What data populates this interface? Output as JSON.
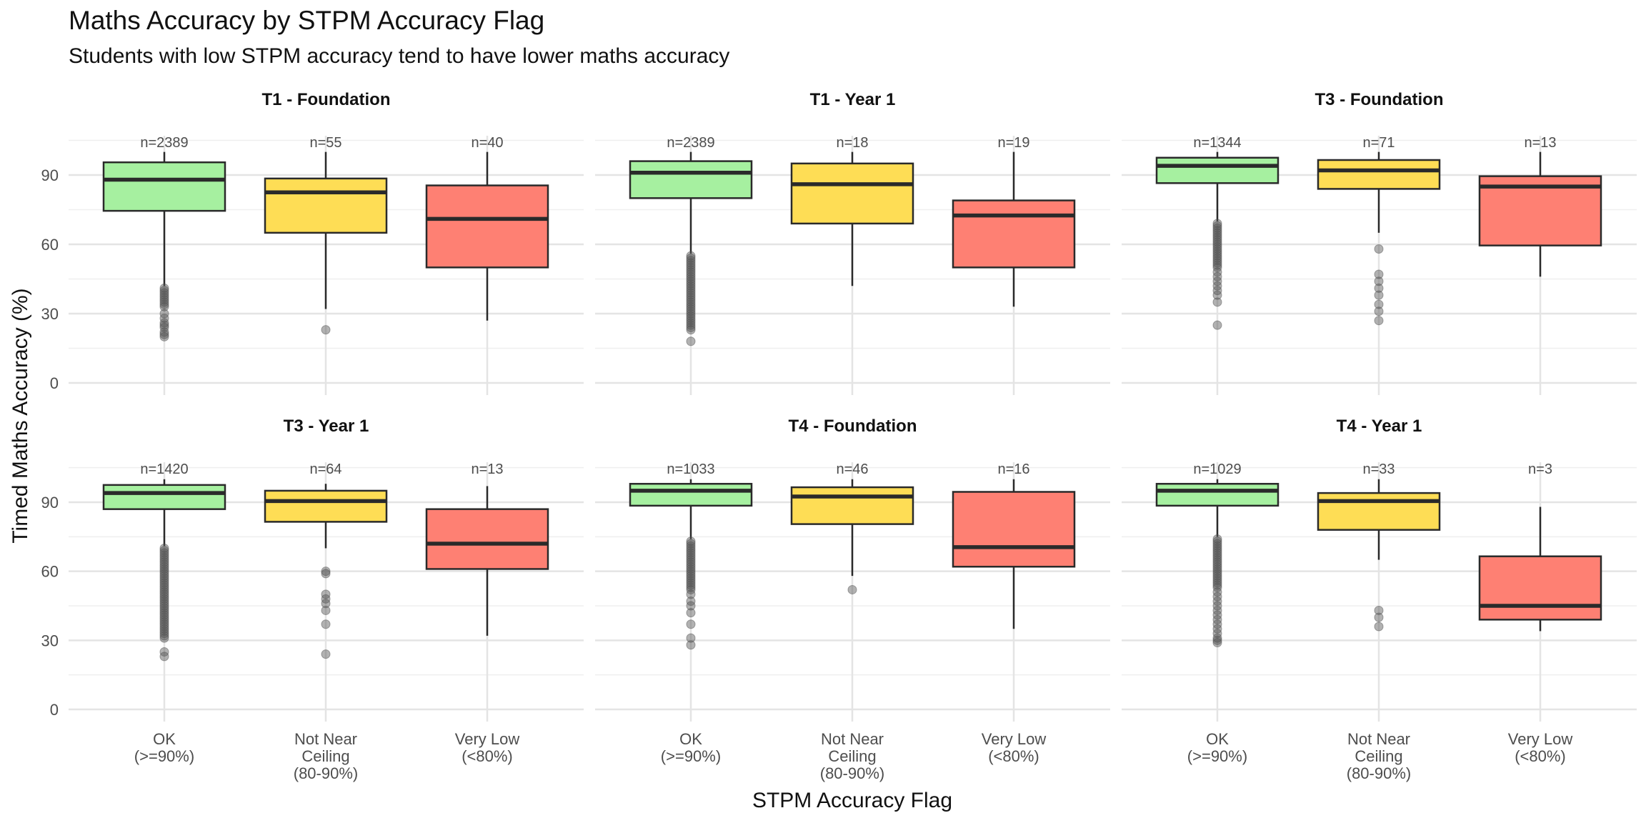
{
  "chart_data": {
    "type": "boxplot",
    "title": "Maths Accuracy by STPM Accuracy Flag",
    "subtitle": "Students with low STPM accuracy tend to have lower maths accuracy",
    "xlabel": "STPM Accuracy Flag",
    "ylabel": "Timed Maths Accuracy (%)",
    "ylim": [
      -5,
      111
    ],
    "yticks": [
      0,
      30,
      60,
      90
    ],
    "grid": true,
    "categories": [
      {
        "lines": [
          "OK",
          "(>=90%)"
        ],
        "color": "#a6f0a0"
      },
      {
        "lines": [
          "Not Near",
          "Ceiling",
          "(80-90%)"
        ],
        "color": "#fedd55"
      },
      {
        "lines": [
          "Very Low",
          "(<80%)"
        ],
        "color": "#fe8073"
      }
    ],
    "facets": [
      {
        "title": "T1 - Foundation",
        "boxes": [
          {
            "n": "n=2389",
            "min": 42,
            "q1": 74.5,
            "median": 88,
            "q3": 95.5,
            "max": 100,
            "outliers": [
              41,
              40,
              39,
              38,
              37,
              36,
              35,
              34,
              33,
              30,
              28,
              26,
              25,
              24,
              22,
              21,
              20
            ]
          },
          {
            "n": "n=55",
            "min": 32,
            "q1": 65,
            "median": 82.5,
            "q3": 88.5,
            "max": 100,
            "outliers": [
              23
            ]
          },
          {
            "n": "n=40",
            "min": 27,
            "q1": 50,
            "median": 71,
            "q3": 85.5,
            "max": 100,
            "outliers": []
          }
        ]
      },
      {
        "title": "T1 - Year 1",
        "boxes": [
          {
            "n": "n=2389",
            "min": 56,
            "q1": 80,
            "median": 91,
            "q3": 96,
            "max": 100,
            "outliers": [
              55,
              54,
              53,
              52,
              51,
              50,
              49,
              48,
              47,
              46,
              45,
              44,
              43,
              42,
              41,
              40,
              39,
              38,
              37,
              36,
              35,
              34,
              33,
              32,
              31,
              30,
              29,
              28,
              27,
              26,
              25,
              24,
              23,
              18
            ]
          },
          {
            "n": "n=18",
            "min": 42,
            "q1": 69,
            "median": 86,
            "q3": 95,
            "max": 100,
            "outliers": []
          },
          {
            "n": "n=19",
            "min": 33,
            "q1": 50,
            "median": 72.5,
            "q3": 79,
            "max": 100,
            "outliers": []
          }
        ]
      },
      {
        "title": "T3 - Foundation",
        "boxes": [
          {
            "n": "n=1344",
            "min": 70,
            "q1": 86.5,
            "median": 94,
            "q3": 97.5,
            "max": 100,
            "outliers": [
              69,
              68,
              67,
              66,
              65,
              64,
              63,
              62,
              61,
              60,
              59,
              58,
              57,
              56,
              55,
              54,
              53,
              52,
              51,
              50,
              48,
              46,
              44,
              42,
              40,
              38,
              35,
              25
            ]
          },
          {
            "n": "n=71",
            "min": 65,
            "q1": 84,
            "median": 92,
            "q3": 96.5,
            "max": 100,
            "outliers": [
              58,
              47,
              44,
              41,
              38,
              34,
              31,
              27
            ]
          },
          {
            "n": "n=13",
            "min": 46,
            "q1": 59.5,
            "median": 85,
            "q3": 89.5,
            "max": 100,
            "outliers": []
          }
        ]
      },
      {
        "title": "T3 - Year 1",
        "boxes": [
          {
            "n": "n=1420",
            "min": 71,
            "q1": 87,
            "median": 94,
            "q3": 97.5,
            "max": 100,
            "outliers": [
              70,
              69,
              68,
              67,
              66,
              65,
              64,
              63,
              62,
              61,
              60,
              59,
              58,
              57,
              56,
              55,
              54,
              53,
              52,
              51,
              50,
              49,
              48,
              47,
              46,
              45,
              44,
              43,
              42,
              41,
              40,
              39,
              38,
              37,
              36,
              35,
              34,
              33,
              32,
              31,
              25,
              23
            ]
          },
          {
            "n": "n=64",
            "min": 70,
            "q1": 81.5,
            "median": 90.5,
            "q3": 95,
            "max": 98,
            "outliers": [
              60,
              59,
              50,
              48,
              46,
              43,
              37,
              24
            ]
          },
          {
            "n": "n=13",
            "min": 32,
            "q1": 61,
            "median": 72,
            "q3": 87,
            "max": 97,
            "outliers": []
          }
        ]
      },
      {
        "title": "T4 - Foundation",
        "boxes": [
          {
            "n": "n=1033",
            "min": 74,
            "q1": 88.5,
            "median": 95,
            "q3": 98,
            "max": 100,
            "outliers": [
              73,
              72,
              71,
              70,
              69,
              68,
              67,
              66,
              65,
              64,
              63,
              62,
              61,
              60,
              59,
              58,
              57,
              56,
              55,
              54,
              53,
              52,
              50,
              47,
              45,
              42,
              37,
              31,
              28
            ]
          },
          {
            "n": "n=46",
            "min": 58,
            "q1": 80.5,
            "median": 92.5,
            "q3": 96.5,
            "max": 100,
            "outliers": [
              52
            ]
          },
          {
            "n": "n=16",
            "min": 35,
            "q1": 62,
            "median": 70.5,
            "q3": 94.5,
            "max": 100,
            "outliers": []
          }
        ]
      },
      {
        "title": "T4 - Year 1",
        "boxes": [
          {
            "n": "n=1029",
            "min": 75,
            "q1": 88.5,
            "median": 95,
            "q3": 98,
            "max": 100,
            "outliers": [
              74,
              73,
              72,
              71,
              70,
              69,
              68,
              67,
              66,
              65,
              64,
              63,
              62,
              61,
              60,
              59,
              58,
              57,
              56,
              55,
              54,
              53,
              51,
              49,
              47,
              45,
              43,
              41,
              39,
              37,
              35,
              33,
              31,
              30,
              29
            ]
          },
          {
            "n": "n=33",
            "min": 65,
            "q1": 78,
            "median": 90.5,
            "q3": 94,
            "max": 100,
            "outliers": [
              43,
              40,
              36
            ]
          },
          {
            "n": "n=3",
            "min": 34,
            "q1": 39,
            "median": 45,
            "q3": 66.5,
            "max": 88,
            "outliers": []
          }
        ]
      }
    ]
  }
}
